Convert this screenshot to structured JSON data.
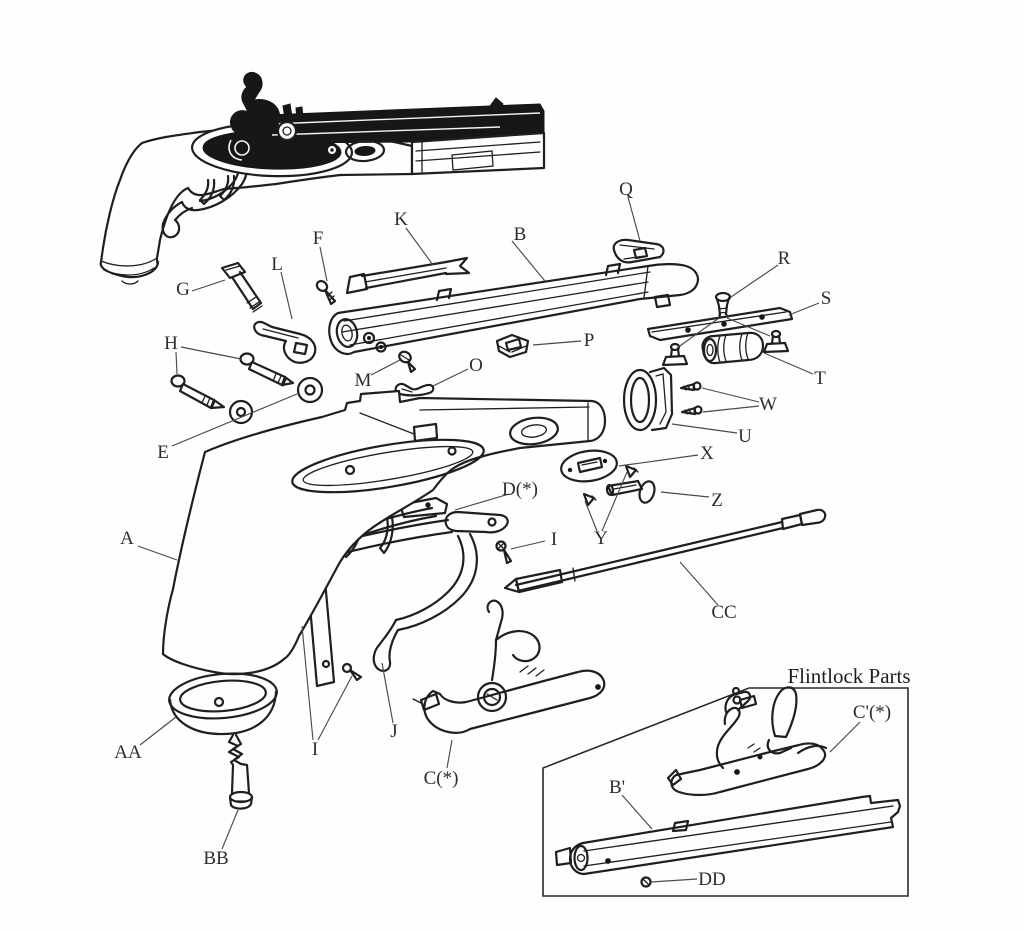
{
  "diagram": {
    "type": "exploded-parts-diagram",
    "subject": "Muzzleloading black-powder pistol parts schematic with flintlock inset",
    "ink_color": "#1f1f1f",
    "background_color": "#fefefe",
    "inset": {
      "title": "Flintlock Parts"
    },
    "labels": {
      "A": "A",
      "B": "B",
      "C": "C(*)",
      "D": "D(*)",
      "E": "E",
      "F": "F",
      "G": "G",
      "H": "H",
      "I": "I",
      "J": "J",
      "K": "K",
      "L": "L",
      "M": "M",
      "O": "O",
      "P": "P",
      "Q": "Q",
      "R": "R",
      "S": "S",
      "T": "T",
      "U": "U",
      "W": "W",
      "X": "X",
      "Y": "Y",
      "Z": "Z",
      "AA": "AA",
      "BB": "BB",
      "CC": "CC",
      "DD": "DD",
      "B_prime": "B'",
      "C_prime": "C'(*)"
    }
  }
}
